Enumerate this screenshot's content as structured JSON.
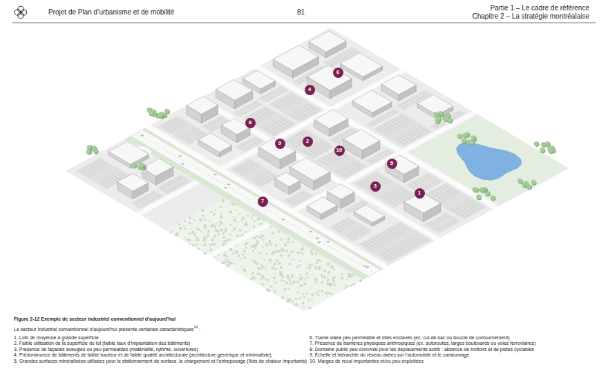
{
  "diagram": {
    "caption": "Figure 2-12 Exemple de secteur industriel conventionnel d’aujourd’hui",
    "nodes": [
      {
        "text": [
          "1"
        ]
      },
      {
        "text": [
          "2"
        ]
      },
      {
        "text": [
          "3"
        ]
      },
      {
        "text": [
          "4"
        ]
      },
      {
        "text": [
          "5"
        ]
      },
      {
        "text": [
          "6"
        ]
      },
      {
        "text": [
          "7"
        ]
      },
      {
        "text": [
          "8"
        ]
      },
      {
        "text": [
          "9"
        ]
      },
      {
        "text": [
          "10"
        ]
      }
    ],
    "edges": [],
    "labels": [
      "Projet de Plan d’urbanisme et de mobilité",
      "81",
      "Partie 1 – Le cadre de référence",
      "Chapitre 2 – La stratégie montréalaise",
      "Le secteur industriel conventionnel d’aujourd’hui présente certaines caractéristiques",
      "14",
      ":",
      "1. Lots de moyenne à grande superficie",
      "2. Faible utilisation de la superficie du lot (faible taux d’implantation des bâtiments)",
      "3. Présence de façades aveugles ou peu perméables (matérialité, rythme, ouvertures)",
      "4. Prédominance de bâtiments de faible hauteur et de faible qualité architecturale (architecture générique et minimaliste)",
      "5. Grandes surfaces minéralisées utilisées pour le stationnement de surface, le chargement et l’entreposage (îlots de chaleur importants)",
      "6. Trame viaire peu perméable et sites enclavés (ex. cul-de-sac ou boucle de contournement)",
      "7. Présence de barrières physiques anthropiques (ex. autoroutes, larges boulevards ou voies ferroviaires)",
      "8. Domaine public peu convivial pour les déplacements actifs : absence de trottoirs et de pistes cyclables",
      "9. Échelle et hiérarchie du réseau axées sur l’automobile et le camionnage",
      "10. Marges de recul importantes et/ou peu exploitées"
    ]
  }
}
